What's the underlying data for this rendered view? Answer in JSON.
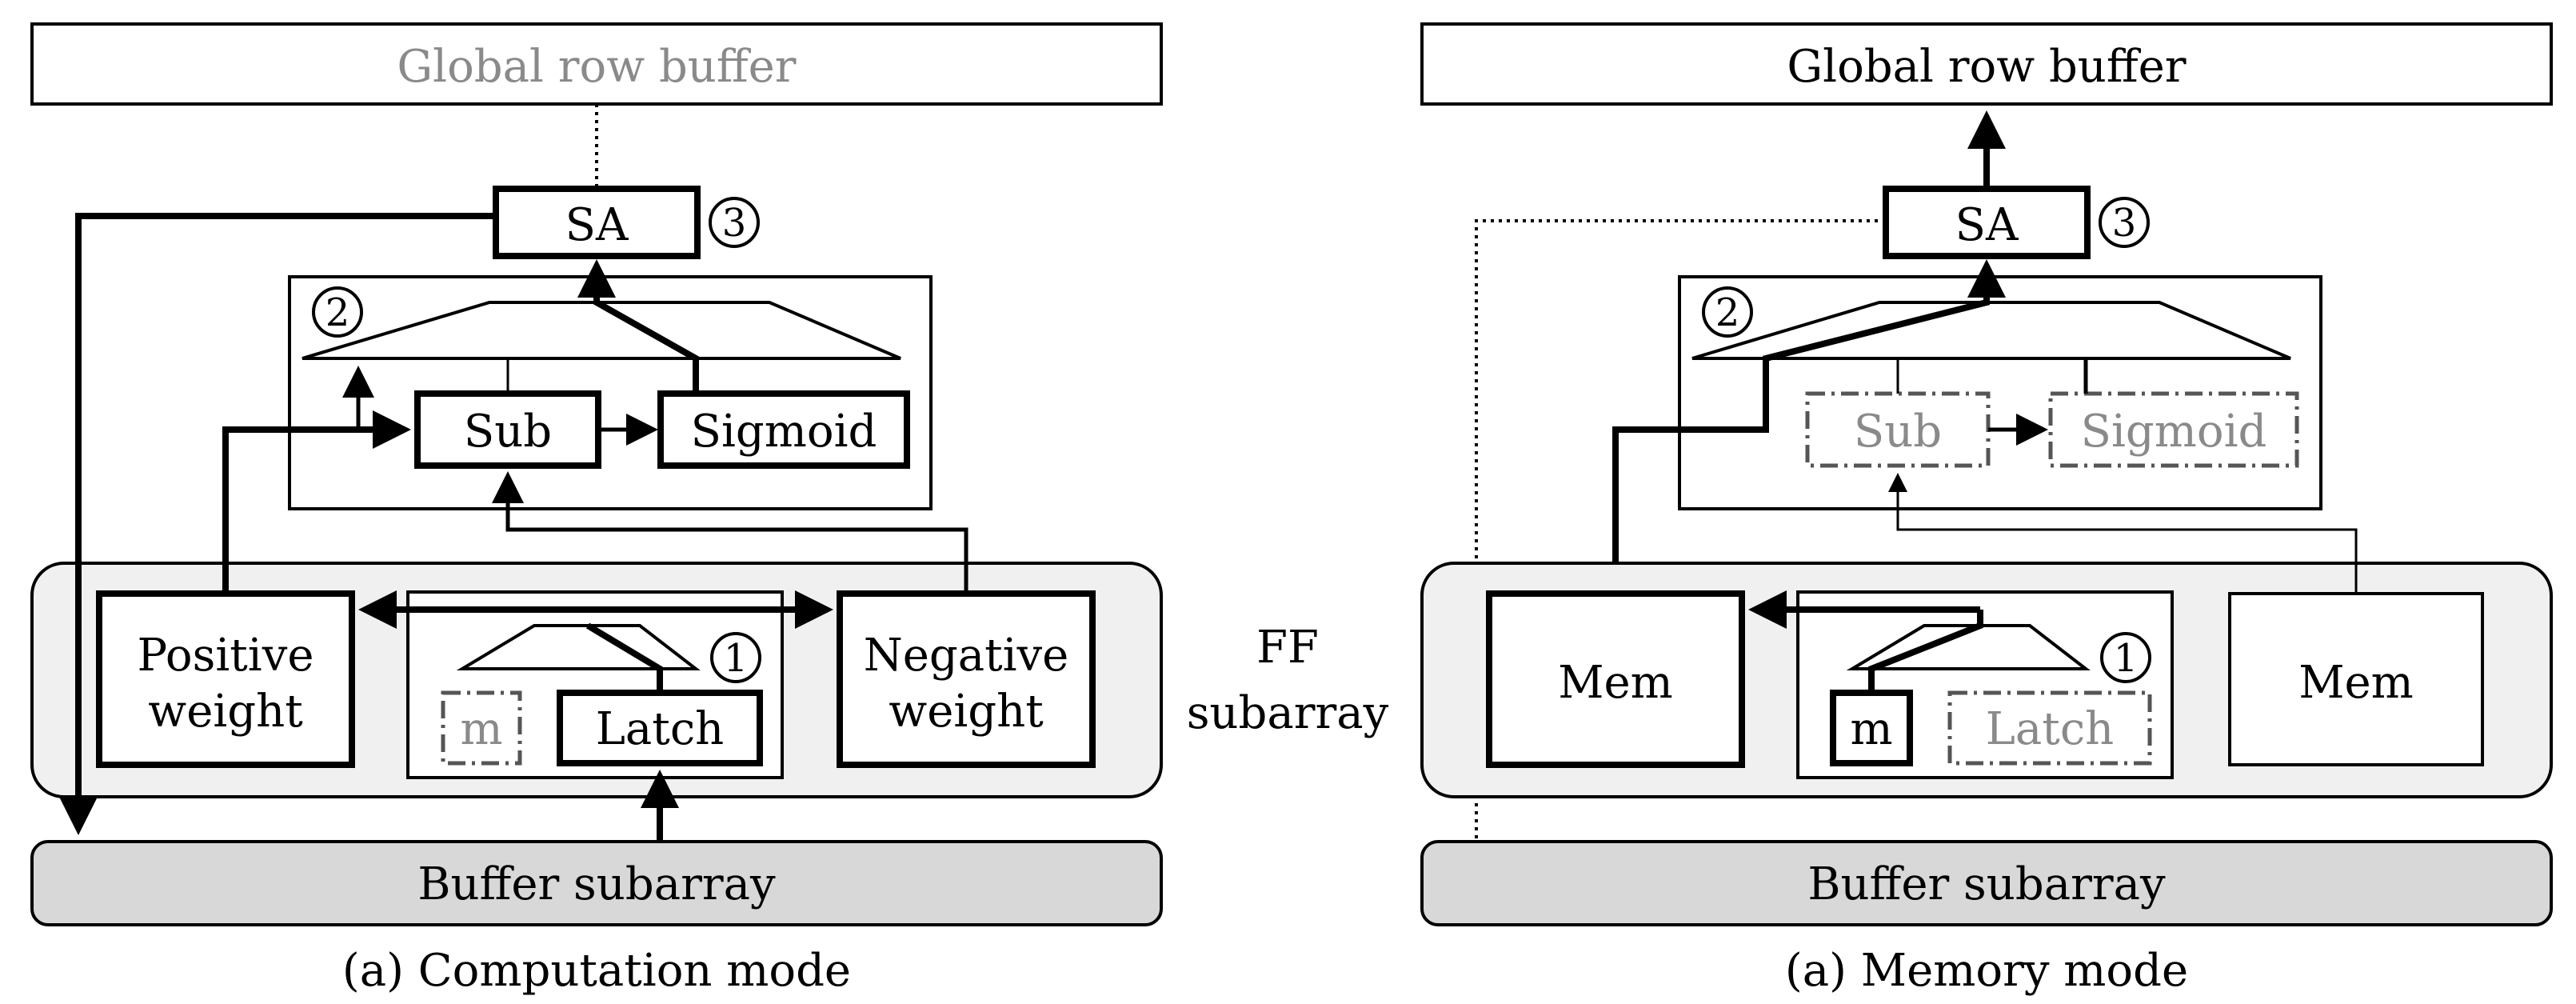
{
  "shared": {
    "ff_label_line1": "FF",
    "ff_label_line2": "subarray"
  },
  "left": {
    "global_row_buffer": "Global row buffer",
    "sa": "SA",
    "badge1": "1",
    "badge2": "2",
    "badge3": "3",
    "sub": "Sub",
    "sigmoid": "Sigmoid",
    "positive_line1": "Positive",
    "positive_line2": "weight",
    "negative_line1": "Negative",
    "negative_line2": "weight",
    "m": "m",
    "latch": "Latch",
    "buffer_subarray": "Buffer subarray",
    "caption": "(a) Computation mode"
  },
  "right": {
    "global_row_buffer": "Global row buffer",
    "sa": "SA",
    "badge1": "1",
    "badge2": "2",
    "badge3": "3",
    "sub": "Sub",
    "sigmoid": "Sigmoid",
    "mem_left": "Mem",
    "mem_right": "Mem",
    "m": "m",
    "latch": "Latch",
    "buffer_subarray": "Buffer subarray",
    "caption": "(a) Memory mode"
  }
}
